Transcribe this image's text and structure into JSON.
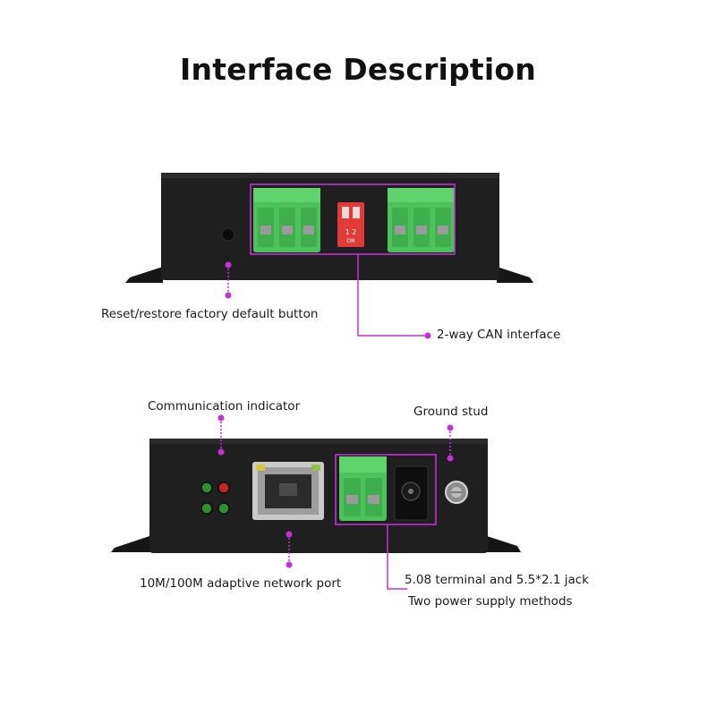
{
  "title": "Interface Description",
  "colors": {
    "accent": "#c330d6",
    "device_body": "#1e1e1e",
    "terminal_green": "#4cc25a",
    "dip_red": "#e23a36"
  },
  "top_panel": {
    "dip_switch_text": "1 2\nON",
    "labels": {
      "reset_button": "Reset/restore factory default button",
      "can_interface": "2-way CAN interface"
    }
  },
  "bottom_panel": {
    "labels": {
      "indicator": "Communication indicator",
      "ground_stud": "Ground stud",
      "network_port": "10M/100M adaptive network port",
      "power_terminal": "5.08 terminal and 5.5*2.1 jack",
      "power_methods": "Two power supply methods"
    }
  }
}
